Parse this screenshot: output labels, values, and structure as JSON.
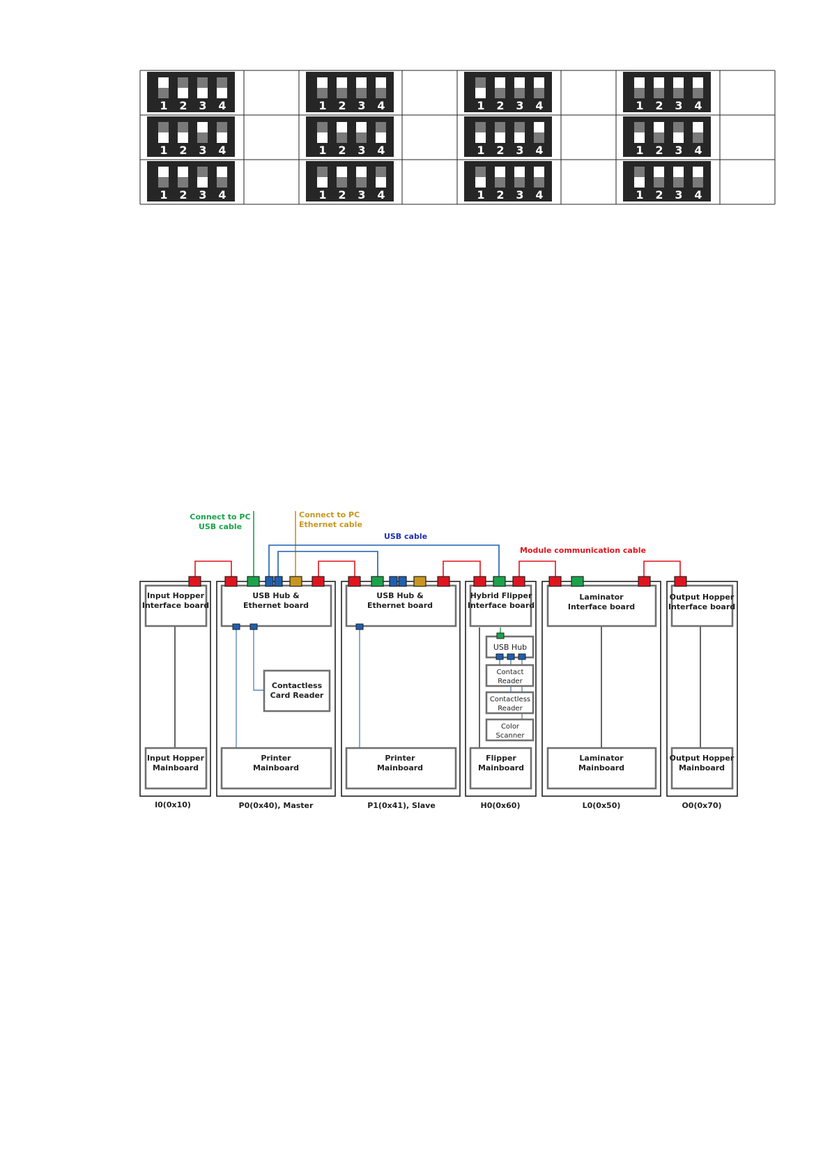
{
  "dip_switch_table": {
    "switch_numbers": [
      "1",
      "2",
      "3",
      "4"
    ],
    "cells": [
      [
        {
          "up": [
            true,
            false,
            false,
            false
          ]
        },
        {
          "up": [
            true,
            true,
            true,
            true
          ]
        },
        {
          "up": [
            false,
            true,
            true,
            true
          ]
        },
        {
          "up": [
            true,
            true,
            true,
            true
          ]
        }
      ],
      [
        {
          "up": [
            false,
            false,
            true,
            false
          ]
        },
        {
          "up": [
            false,
            true,
            true,
            false
          ]
        },
        {
          "up": [
            false,
            false,
            false,
            true
          ]
        },
        {
          "up": [
            false,
            true,
            false,
            true
          ]
        }
      ],
      [
        {
          "up": [
            true,
            true,
            false,
            true
          ]
        },
        {
          "up": [
            false,
            true,
            true,
            false
          ]
        },
        {
          "up": [
            false,
            true,
            true,
            true
          ]
        },
        {
          "up": [
            false,
            true,
            true,
            true
          ]
        }
      ]
    ]
  },
  "diagram": {
    "cable_labels": {
      "usb_pc_line1": "Connect to PC",
      "usb_pc_line2": "USB cable",
      "eth_pc_line1": "Connect to PC",
      "eth_pc_line2": "Ethernet cable",
      "usb_cable": "USB cable",
      "module_comm": "Module communication cable"
    },
    "colors": {
      "usb_green": "#1aa34a",
      "ethernet_gold": "#c8961e",
      "usb_blue": "#1f5fb0",
      "usb_label_blue": "#1f2fb8",
      "module_red": "#e0141e",
      "box_gray": "#6f6f6f"
    },
    "modules": [
      {
        "id": "i0",
        "caption": "I0(0x10)",
        "top_line1": "Input Hopper",
        "top_line2": "Interface board",
        "bottom_line1": "Input Hopper",
        "bottom_line2": "Mainboard"
      },
      {
        "id": "p0",
        "caption": "P0(0x40), Master",
        "top_line1": "USB Hub &",
        "top_line2": "Ethernet board",
        "bottom_line1": "Printer",
        "bottom_line2": "Mainboard",
        "extra_line1": "Contactless",
        "extra_line2": "Card Reader"
      },
      {
        "id": "p1",
        "caption": "P1(0x41), Slave",
        "top_line1": "USB Hub &",
        "top_line2": "Ethernet board",
        "bottom_line1": "Printer",
        "bottom_line2": "Mainboard"
      },
      {
        "id": "h0",
        "caption": "H0(0x60)",
        "top_line1": "Hybrid Flipper",
        "top_line2": "Interface board",
        "bottom_line1": "Flipper",
        "bottom_line2": "Mainboard",
        "usb_hub": "USB Hub",
        "contact_line1": "Contact",
        "contact_line2": "Reader",
        "contactless_line1": "Contactless",
        "contactless_line2": "Reader",
        "scanner_line1": "Color",
        "scanner_line2": "Scanner"
      },
      {
        "id": "l0",
        "caption": "L0(0x50)",
        "top_line1": "Laminator",
        "top_line2": "Interface board",
        "bottom_line1": "Laminator",
        "bottom_line2": "Mainboard"
      },
      {
        "id": "o0",
        "caption": "O0(0x70)",
        "top_line1": "Output Hopper",
        "top_line2": "Interface board",
        "bottom_line1": "Output Hopper",
        "bottom_line2": "Mainboard"
      }
    ]
  }
}
